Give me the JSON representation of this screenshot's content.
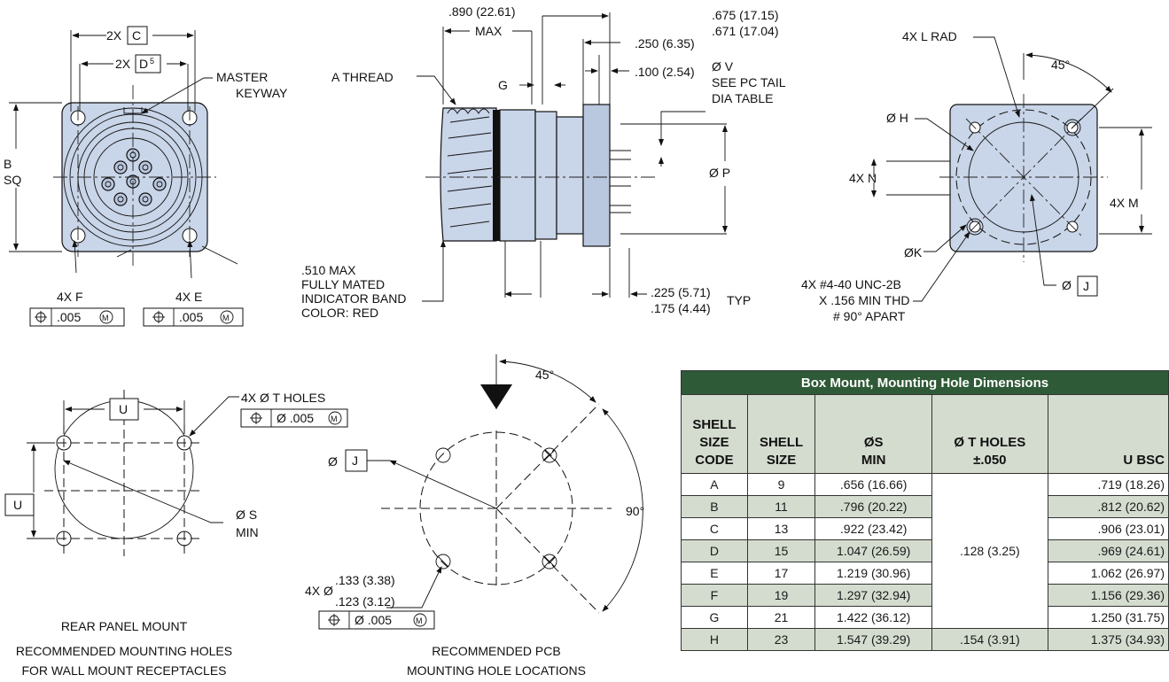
{
  "front_view": {
    "dim_2xc": "2X",
    "dim_c": "C",
    "dim_2xd": "2X",
    "dim_d": "D",
    "dim_d_note": "5",
    "master_keyway_1": "MASTER",
    "master_keyway_2": "KEYWAY",
    "b_sq_1": "B",
    "b_sq_2": "SQ",
    "hole_f": "4X F",
    "hole_e": "4X E",
    "fcf_f_value": ".005",
    "fcf_e_value": ".005",
    "fcf_modifier": "M"
  },
  "side_view": {
    "max_len_1": ".890 (22.61)",
    "max_len_2": "MAX",
    "dim_675": ".675 (17.15)",
    "dim_671": ".671 (17.04)",
    "dim_250": ".250 (6.35)",
    "dim_100": ".100 (2.54)",
    "a_thread": "A THREAD",
    "g_label": "G",
    "v_1": "Ø V",
    "v_2": "SEE PC TAIL",
    "v_3": "DIA TABLE",
    "p_label": "Ø P",
    "band_1": ".510 MAX",
    "band_2": "FULLY MATED",
    "band_3": "INDICATOR BAND",
    "band_4": "COLOR: RED",
    "dim_225": ".225 (5.71)",
    "dim_175": ".175 (4.44)",
    "typ": "TYP"
  },
  "rear_view": {
    "l_rad": "4X L RAD",
    "angle": "45°",
    "h_label": "Ø H",
    "n_label": "4X N",
    "m_label": "4X  M",
    "k_label": "ØK",
    "thread_1": "4X #4-40 UNC-2B",
    "thread_2": "X .156 MIN THD",
    "thread_3": "# 90° APART",
    "j_prefix": "Ø",
    "j_box": "J"
  },
  "panel_view": {
    "t_holes": "4X Ø  T HOLES",
    "fcf_value": "Ø .005",
    "fcf_modifier": "M",
    "u_top": "U",
    "u_left": "U",
    "s_1": "Ø S",
    "s_2": "MIN",
    "caption_1": "REAR PANEL MOUNT",
    "caption_2": "RECOMMENDED MOUNTING HOLES",
    "caption_3": "FOR WALL MOUNT RECEPTACLES"
  },
  "pcb_view": {
    "angle_45": "45°",
    "angle_90": "90°",
    "j_prefix": "Ø",
    "j_box": "J",
    "hole_prefix": "4X Ø",
    "hole_133": ".133 (3.38)",
    "hole_123": ".123 (3.12)",
    "fcf_value": "Ø .005",
    "fcf_modifier": "M",
    "caption_1": "RECOMMENDED PCB",
    "caption_2": "MOUNTING HOLE LOCATIONS"
  },
  "table": {
    "title": "Box Mount, Mounting Hole Dimensions",
    "headers": [
      "SHELL SIZE CODE",
      "SHELL SIZE",
      "ØS MIN",
      "Ø T HOLES ±.050",
      "U BSC"
    ],
    "t_holes_merged": ".128 (3.25)",
    "t_holes_partial": ".154 (3.91)",
    "rows": [
      {
        "code": "A",
        "size": "9",
        "s": ".656 (16.66)",
        "u": ".719 (18.26)"
      },
      {
        "code": "B",
        "size": "11",
        "s": ".796 (20.22)",
        "u": ".812 (20.62)"
      },
      {
        "code": "C",
        "size": "13",
        "s": ".922 (23.42)",
        "u": ".906 (23.01)"
      },
      {
        "code": "D",
        "size": "15",
        "s": "1.047 (26.59)",
        "u": ".969 (24.61)"
      },
      {
        "code": "E",
        "size": "17",
        "s": "1.219 (30.96)",
        "u": "1.062 (26.97)"
      },
      {
        "code": "F",
        "size": "19",
        "s": "1.297 (32.94)",
        "u": "1.156 (29.36)"
      },
      {
        "code": "G",
        "size": "21",
        "s": "1.422 (36.12)",
        "u": "1.250 (31.75)"
      },
      {
        "code": "H",
        "size": "23",
        "s": "1.547 (39.29)",
        "u": "1.375 (34.93)"
      }
    ]
  },
  "colors": {
    "part_fill": "#c9d5e8",
    "table_header": "#2f5a37",
    "table_alt_row": "#d4dccf"
  }
}
